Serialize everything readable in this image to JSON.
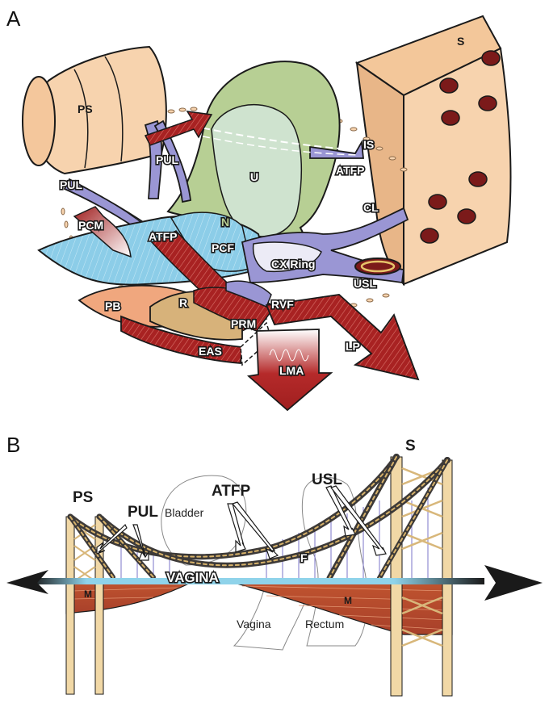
{
  "panel_a": {
    "letter": "A",
    "labels": {
      "ps": "PS",
      "pul_top": "PUL",
      "pul_left": "PUL",
      "pcm": "PCM",
      "atfp_left": "ATFP",
      "u": "U",
      "n": "N",
      "pcf": "PCF",
      "cx_ring": "CX Ring",
      "is": "IS",
      "atfp_right": "ATFP",
      "cl": "CL",
      "usl": "USL",
      "s": "S",
      "pb": "PB",
      "r": "R",
      "prm": "PRM",
      "rvf": "RVF",
      "eas": "EAS",
      "lma": "LMA",
      "lp": "LP"
    }
  },
  "panel_b": {
    "letter": "B",
    "labels": {
      "ps": "PS",
      "pul": "PUL",
      "bladder": "Bladder",
      "atfp": "ATFP",
      "usl": "USL",
      "s": "S",
      "f": "F",
      "vagina_caps": "VAGINA",
      "m_left": "M",
      "m_right": "M",
      "vagina": "Vagina",
      "rectum": "Rectum"
    }
  },
  "colors": {
    "bone": "#f7d3ae",
    "ligament": "#9a96d4",
    "muscle": "#a82222",
    "uterus": "#b7cf94",
    "fascia_blue": "#8ccde8",
    "bridge_tower": "#f1d8a6",
    "vagina_blue": "#8fd3ea"
  }
}
